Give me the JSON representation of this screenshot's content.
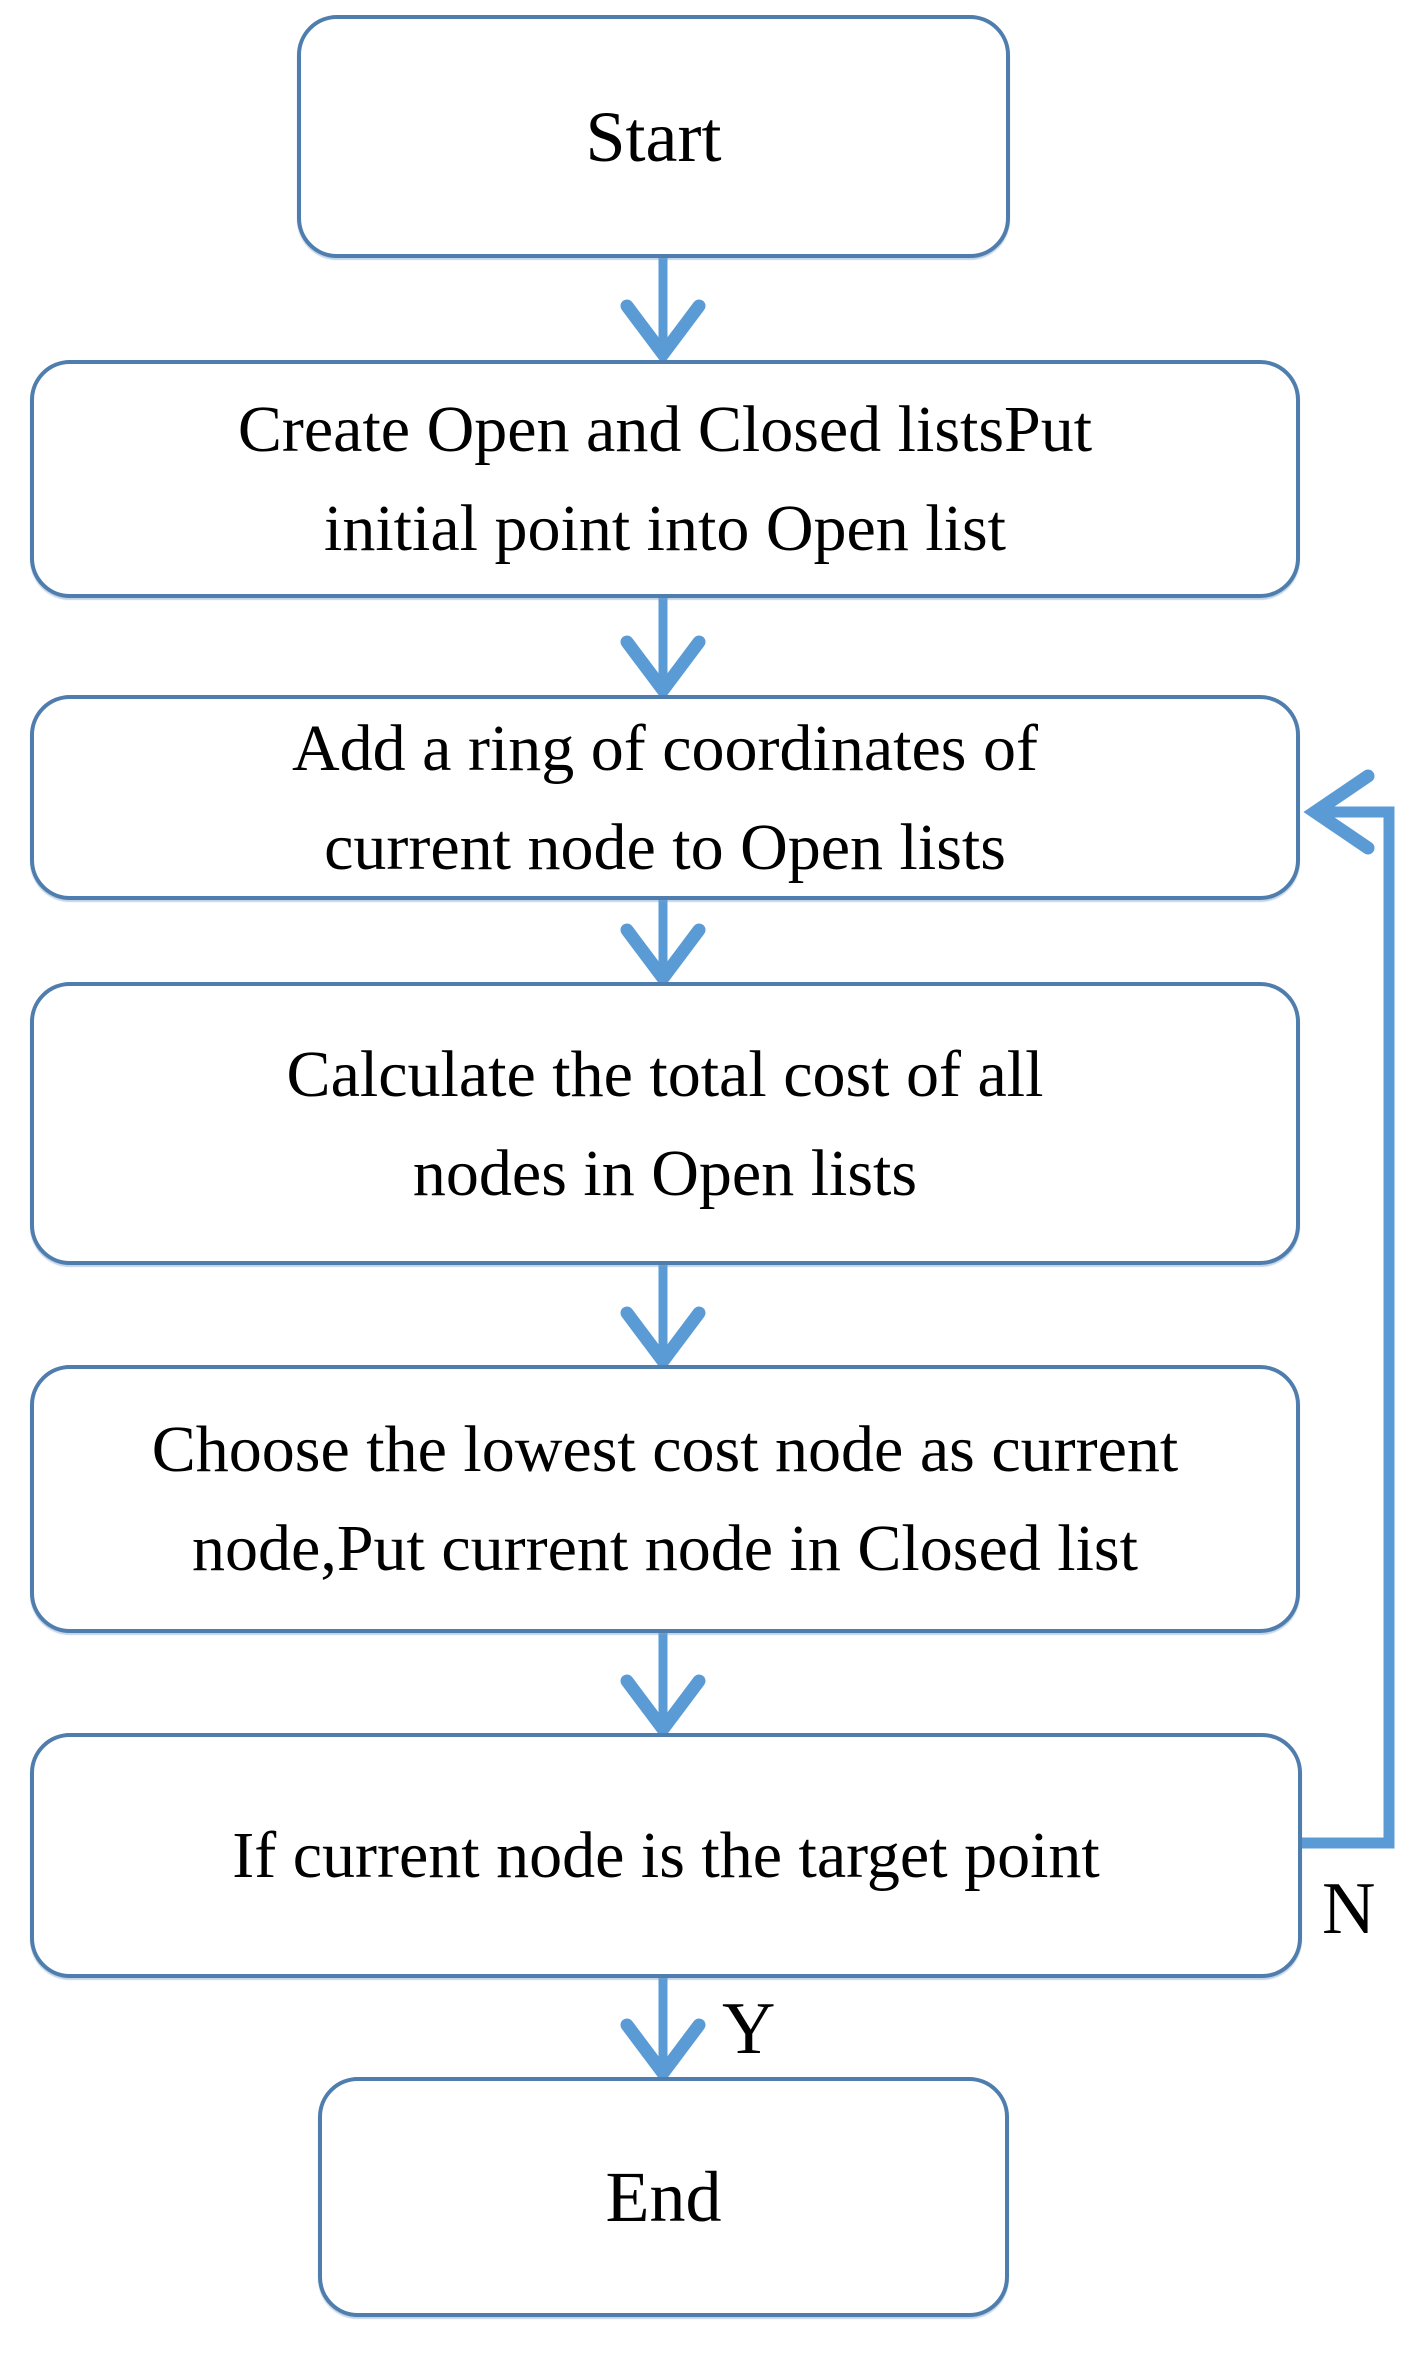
{
  "flowchart": {
    "type": "flowchart",
    "direction": "top-down",
    "colors": {
      "background": "#ffffff",
      "box_border": "#4f7dad",
      "box_fill": "#ffffff",
      "arrow": "#5b9bd5",
      "text": "#000000"
    },
    "nodes": [
      {
        "id": "start",
        "kind": "terminal",
        "label": "Start"
      },
      {
        "id": "create-lists",
        "kind": "process",
        "lines": [
          "Create Open and Closed listsPut",
          "initial point into Open list"
        ]
      },
      {
        "id": "add-ring",
        "kind": "process",
        "lines": [
          "Add a ring of coordinates of",
          "current node to Open lists"
        ]
      },
      {
        "id": "calc-cost",
        "kind": "process",
        "lines": [
          "Calculate the total cost of all",
          "nodes in Open lists"
        ]
      },
      {
        "id": "choose-node",
        "kind": "process",
        "lines": [
          "Choose the lowest cost node as current",
          "node,Put current node in Closed list"
        ]
      },
      {
        "id": "check-target",
        "kind": "decision",
        "label": "If current node is the target point"
      },
      {
        "id": "end",
        "kind": "terminal",
        "label": "End"
      }
    ],
    "edges": [
      {
        "from": "start",
        "to": "create-lists",
        "label": ""
      },
      {
        "from": "create-lists",
        "to": "add-ring",
        "label": ""
      },
      {
        "from": "add-ring",
        "to": "calc-cost",
        "label": ""
      },
      {
        "from": "calc-cost",
        "to": "choose-node",
        "label": ""
      },
      {
        "from": "choose-node",
        "to": "check-target",
        "label": ""
      },
      {
        "from": "check-target",
        "to": "end",
        "label": "Y"
      },
      {
        "from": "check-target",
        "to": "add-ring",
        "label": "N"
      }
    ]
  }
}
